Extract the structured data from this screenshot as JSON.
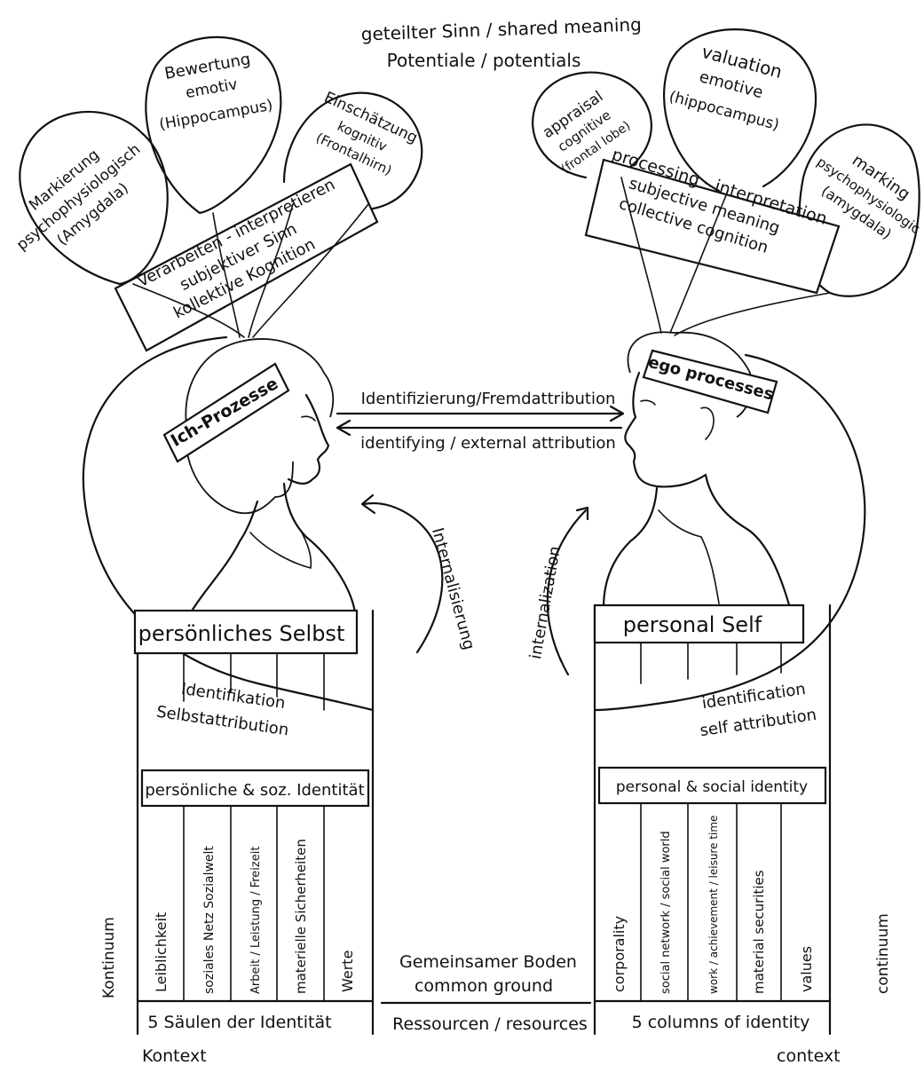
{
  "top": {
    "shared_meaning": "geteilter Sinn / shared meaning",
    "potentials": "Potentiale / potentials"
  },
  "left": {
    "balloon_markierung": [
      "Markierung",
      "psychophysiologisch",
      "(Amygdala)"
    ],
    "balloon_bewertung": [
      "Bewertung",
      "emotiv",
      "(Hippocampus)"
    ],
    "balloon_einschaetzung": [
      "Einschätzung",
      "kognitiv",
      "(Frontalhirn)"
    ],
    "processing_banner": [
      "Verarbeiten - interpretieren",
      "subjektiver Sinn",
      "kollektive Kognition"
    ],
    "head_label": "Ich-Prozesse",
    "self_title": "persönliches Selbst",
    "identification": "Identifikation",
    "self_attribution": "Selbstattribution",
    "identity_title": "persönliche & soz. Identität",
    "internalization": "Internalisierung",
    "pillars": [
      "Leiblichkeit",
      "soziales Netz Sozialwelt",
      "Arbeit / Leistung / Freizeit",
      "materielle Sicherheiten",
      "Werte"
    ],
    "caption": "5 Säulen der Identität",
    "continuum": "Kontinuum",
    "context": "Kontext"
  },
  "right": {
    "balloon_appraisal": [
      "appraisal",
      "cognitive",
      "(frontal lobe)"
    ],
    "balloon_valuation": [
      "valuation",
      "emotive",
      "(hippocampus)"
    ],
    "balloon_marking": [
      "marking",
      "psychophysiologic",
      "(amygdala)"
    ],
    "processing_banner": [
      "processing - interpretation",
      "subjective meaning",
      "collective cognition"
    ],
    "head_label": "ego processes",
    "self_title": "personal Self",
    "identification": "identification",
    "self_attribution": "self attribution",
    "identity_title": "personal & social identity",
    "internalization": "internalization",
    "pillars": [
      "corporality",
      "social network / social world",
      "work / achievement / leisure time",
      "material securities",
      "values"
    ],
    "caption": "5 columns of identity",
    "continuum": "continuum",
    "context": "context"
  },
  "center": {
    "arrow_top": "Identifizierung/Fremdattribution",
    "arrow_bottom": "identifying / external attribution",
    "common_ground_de": "Gemeinsamer Boden",
    "common_ground_en": "common ground",
    "resources": "Ressourcen / resources"
  }
}
